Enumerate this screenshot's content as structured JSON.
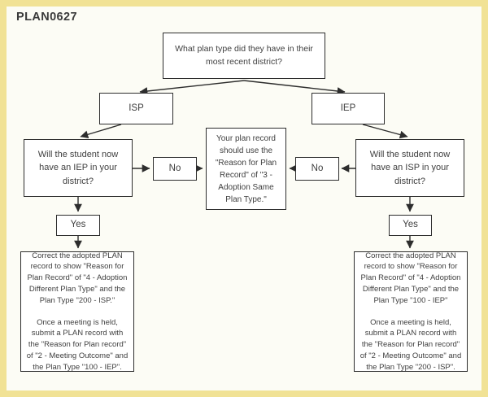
{
  "title": "PLAN0627",
  "colors": {
    "frame": "#f1e295",
    "canvas": "#fcfcf5",
    "box_background": "#ffffff",
    "box_border": "#2d2d2d",
    "text": "#404040",
    "connector": "#2d2d2d"
  },
  "flowchart": {
    "root_question": "What plan type did they have in their most recent district?",
    "isp_label": "ISP",
    "iep_label": "IEP",
    "left_question": "Will the student now have an IEP in your district?",
    "right_question": "Will the student now have an ISP in your district?",
    "no_left": "No",
    "no_right": "No",
    "yes_left": "Yes",
    "yes_right": "Yes",
    "same_type_note": "Your plan record should use the \"Reason for Plan Record\" of \"3 - Adoption Same Plan Type.\"",
    "left_outcome": {
      "para1": "Correct the adopted PLAN record to show \"Reason for Plan Record\" of \"4 - Adoption Different Plan Type\" and the Plan Type \"200 - ISP.\"",
      "para2": "Once a meeting is held, submit a PLAN record with the \"Reason for Plan record\" of \"2 - Meeting Outcome\" and the Plan Type \"100 - IEP\"."
    },
    "right_outcome": {
      "para1": "Correct the adopted PLAN record to show \"Reason for Plan Record\" of \"4 - Adoption Different Plan Type\" and the Plan Type \"100 - IEP\"",
      "para2": "Once a meeting is held, submit a PLAN record with the \"Reason for Plan record\" of \"2 - Meeting Outcome\" and the Plan Type \"200 - ISP\"."
    }
  }
}
